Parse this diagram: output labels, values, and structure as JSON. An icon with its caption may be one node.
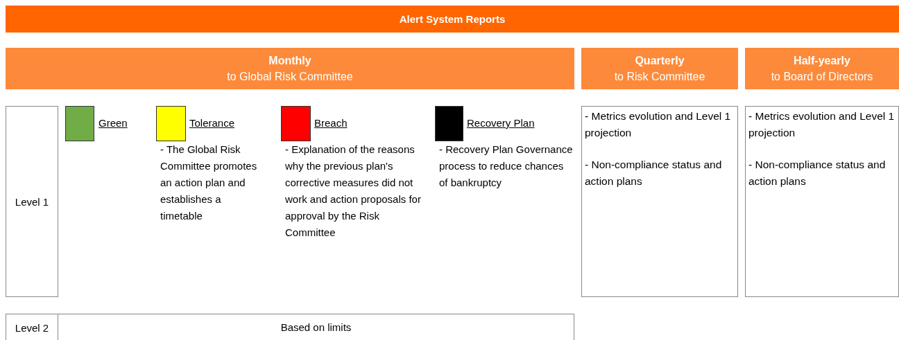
{
  "diagram": {
    "nodes": [
      {
        "text": [
          "Alert System Reports"
        ]
      },
      {
        "text": [
          "Monthly",
          "to Global Risk Committee"
        ]
      },
      {
        "text": [
          "Quarterly",
          "to Risk Committee"
        ]
      },
      {
        "text": [
          "Half-yearly",
          "to Board of Directors"
        ]
      },
      {
        "text": [
          "Level 1"
        ]
      },
      {
        "text": [
          "- Metrics evolution and Level 1 projection",
          "- Non-compliance status and action plans"
        ]
      },
      {
        "text": [
          "- Metrics evolution and Level 1 projection",
          "- Non-compliance status and action plans"
        ]
      },
      {
        "text": [
          "Level 2"
        ]
      },
      {
        "text": [
          "Based on limits"
        ]
      }
    ],
    "labels": [
      "- The Global Risk Committee promotes an action plan and establishes a timetable",
      "- Explanation of the reasons why the previous plan's corrective measures did not work and action proposals for approval by the Risk Committee",
      "- Recovery Plan Governance process to reduce chances of bankruptcy"
    ],
    "legend": [
      {
        "text": "Green",
        "color": "#70ad47"
      },
      {
        "text": "Tolerance",
        "color": "#ffff00"
      },
      {
        "text": "Breach",
        "color": "#ff0000"
      },
      {
        "text": "Recovery Plan",
        "color": "#000000"
      }
    ]
  }
}
